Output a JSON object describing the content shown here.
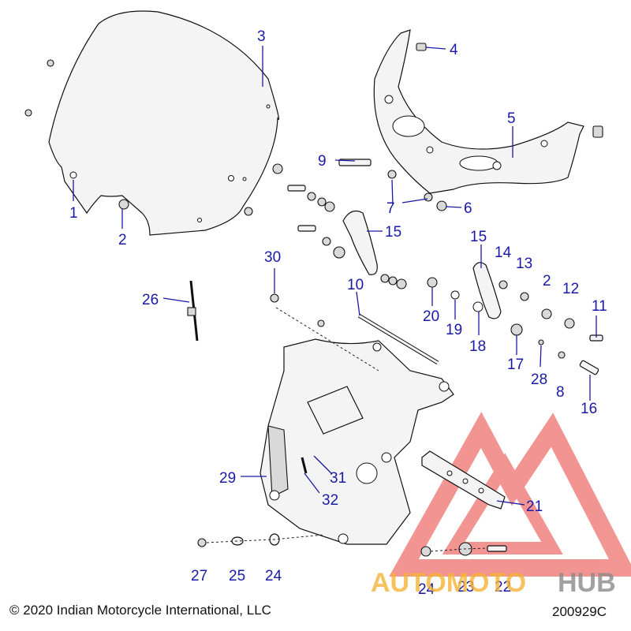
{
  "callouts": {
    "c1": "1",
    "c2a": "2",
    "c2b": "2",
    "c3": "3",
    "c4": "4",
    "c5": "5",
    "c6": "6",
    "c7": "7",
    "c8": "8",
    "c9": "9",
    "c10": "10",
    "c11": "11",
    "c12": "12",
    "c13": "13",
    "c14": "14",
    "c15a": "15",
    "c15b": "15",
    "c16": "16",
    "c17": "17",
    "c18": "18",
    "c19": "19",
    "c20": "20",
    "c21": "21",
    "c22": "22",
    "c23": "23",
    "c24a": "24",
    "c24b": "24",
    "c25": "25",
    "c26": "26",
    "c27": "27",
    "c28": "28",
    "c29": "29",
    "c30": "30",
    "c31": "31",
    "c32": "32"
  },
  "footer": {
    "copyright": "© 2020 Indian Motorcycle International, LLC",
    "diagram_code": "200929C"
  },
  "watermark": {
    "word_a": "AUTOMOTO",
    "word_b": "HUB",
    "color_a": "#f5b335",
    "color_b": "#8a8a8a",
    "triangle_color": "#e8403a"
  },
  "colors": {
    "callout_text": "#1a1aa6",
    "line_art": "#111111"
  }
}
